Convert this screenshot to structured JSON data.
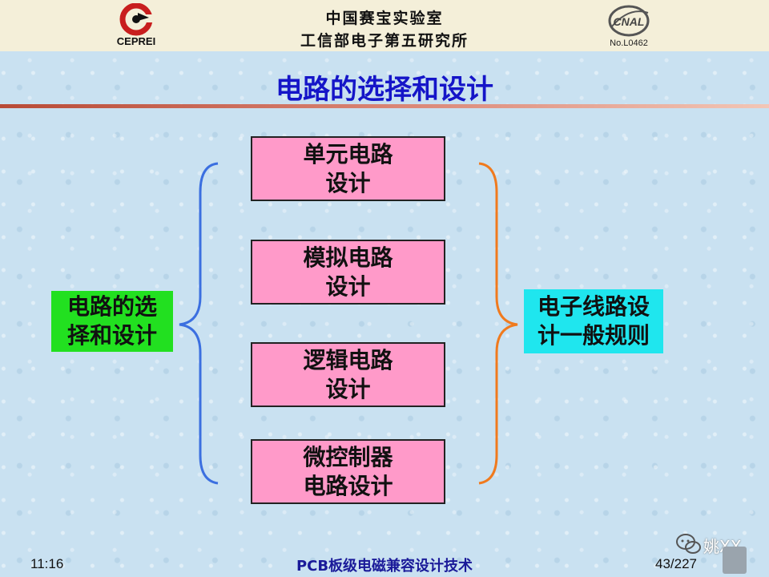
{
  "header": {
    "left_logo_text": "CEPREI",
    "org_line1": "中国赛宝实验室",
    "org_line2": "工信部电子第五研究所",
    "right_logo_text": "No.L0462"
  },
  "title": "电路的选择和设计",
  "left_box": {
    "line1": "电路的选",
    "line2": "择和设计"
  },
  "center_boxes": [
    {
      "line1": "单元电路",
      "line2": "设计"
    },
    {
      "line1": "模拟电路",
      "line2": "设计"
    },
    {
      "line1": "逻辑电路",
      "line2": "设计"
    },
    {
      "line1": "微控制器",
      "line2": "电路设计"
    }
  ],
  "right_box": {
    "line1": "电子线路设",
    "line2": "计一般规则"
  },
  "footer": {
    "time": "11:16",
    "course": "PCB板级电磁兼容设计技术",
    "page": "43/227",
    "watermark": "姚XX"
  },
  "colors": {
    "title": "#1515c8",
    "pink_box": "#ff9ac9",
    "green_box": "#22e020",
    "cyan_box": "#1fe6ee",
    "left_brace": "#3b6fe0",
    "right_brace": "#f07a1e"
  },
  "icons": [
    "ceprei-logo",
    "cnal-logo",
    "wechat-icon"
  ]
}
